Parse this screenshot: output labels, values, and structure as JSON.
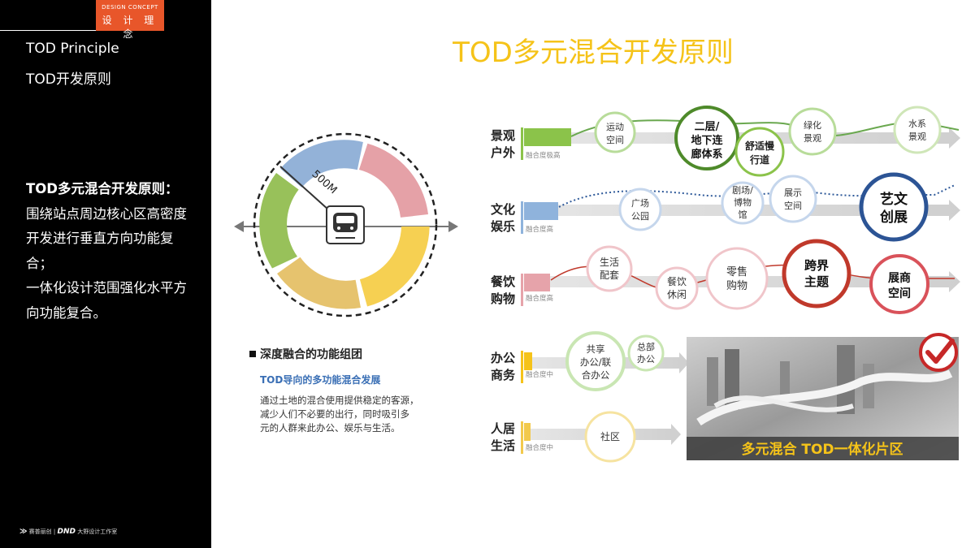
{
  "sidebar": {
    "badge_en": "DESIGN CONCEPT",
    "badge_cn": "设 计 理 念",
    "title_en": "TOD Principle",
    "title_cn": "TOD开发原则",
    "body_heading": "TOD多元混合开发原则：",
    "body_p1": "围绕站点周边核心区高密度开发进行垂直方向功能复合；",
    "body_p2": "一体化设计范围强化水平方向功能复合。",
    "footer_left": "赛普丽创",
    "footer_mid": "DND",
    "footer_right": "大野设计工作室"
  },
  "main_title": "TOD多元混合开发原则",
  "ring": {
    "radius_label": "500M",
    "colors": [
      "#93b2d8",
      "#e5a1a7",
      "#f6d052",
      "#e6c36e",
      "#98c15a"
    ]
  },
  "left_text": {
    "heading": "深度融合的功能组团",
    "subheading": "TOD导向的多功能混合发展",
    "line1": "通过土地的混合使用提供稳定的客源，",
    "line2": "减少人们不必要的出行，同时吸引多",
    "line3": "元的人群来此办公、娱乐与生活。"
  },
  "rows": [
    {
      "label1": "景观",
      "label2": "户外",
      "degree": "融合度极高",
      "color": "#8bc34a",
      "nodes": [
        {
          "t1": "运动",
          "t2": "空间"
        },
        {
          "t1": "二层/",
          "t2": "地下连",
          "t3": "廊体系"
        },
        {
          "t1": "舒适慢",
          "t2": "行道"
        },
        {
          "t1": "绿化",
          "t2": "景观"
        },
        {
          "t1": "水系",
          "t2": "景观"
        }
      ]
    },
    {
      "label1": "文化",
      "label2": "娱乐",
      "degree": "融合度高",
      "color": "#8fb3dc",
      "nodes": [
        {
          "t1": "广场",
          "t2": "公园"
        },
        {
          "t1": "剧场/",
          "t2": "博物",
          "t3": "馆"
        },
        {
          "t1": "展示",
          "t2": "空间"
        },
        {
          "t1": "艺文",
          "t2": "创展"
        }
      ]
    },
    {
      "label1": "餐饮",
      "label2": "购物",
      "degree": "融合度高",
      "color": "#e6a3aa",
      "nodes": [
        {
          "t1": "生活",
          "t2": "配套"
        },
        {
          "t1": "餐饮",
          "t2": "休闲"
        },
        {
          "t1": "零售",
          "t2": "购物"
        },
        {
          "t1": "跨界",
          "t2": "主题"
        },
        {
          "t1": "展商",
          "t2": "空间"
        }
      ]
    },
    {
      "label1": "办公",
      "label2": "商务",
      "degree": "融合度中",
      "color": "#f5c31a",
      "nodes": [
        {
          "t1": "共享",
          "t2": "办公/联",
          "t3": "合办公"
        },
        {
          "t1": "总部",
          "t2": "办公"
        }
      ]
    },
    {
      "label1": "人居",
      "label2": "生活",
      "degree": "融合度中",
      "color": "#f2c94c",
      "nodes": [
        {
          "t1": "社区"
        }
      ]
    }
  ],
  "photo_caption": "多元混合 TOD一体化片区"
}
